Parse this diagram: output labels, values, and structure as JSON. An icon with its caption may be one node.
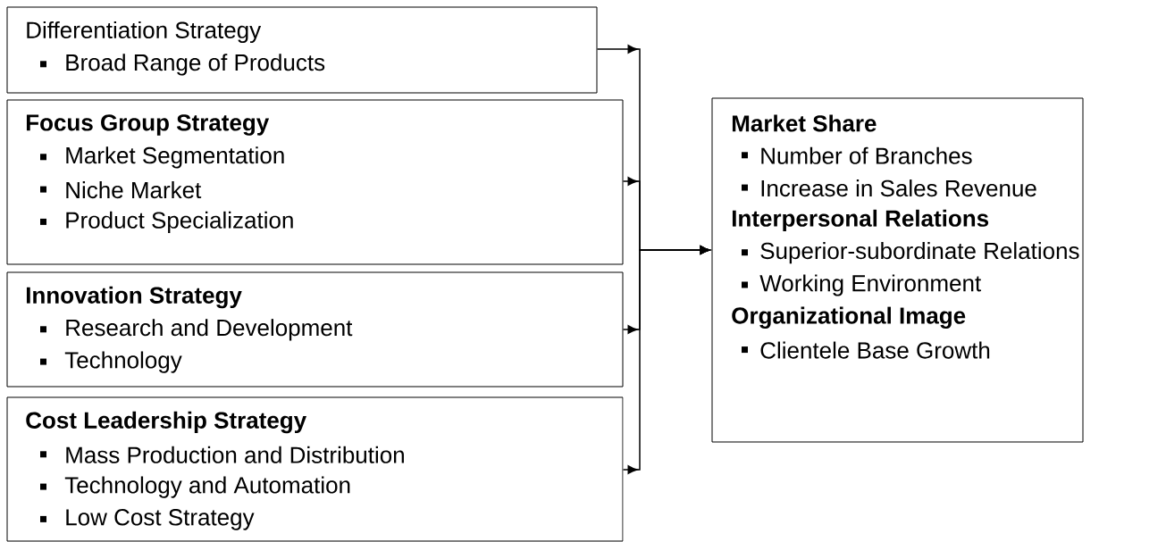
{
  "diagram": {
    "nodes": [
      {
        "text": [
          "Differentiation Strategy",
          "Broad Range of Products"
        ]
      },
      {
        "text": [
          "**Focus Group Strategy**",
          "Market Segmentation",
          "Niche Market",
          "Product Specialization"
        ]
      },
      {
        "text": [
          "**Innovation Strategy**",
          "Research and Development",
          "Technology"
        ]
      },
      {
        "text": [
          "**Cost Leadership Strategy**",
          "Mass Production and Distribution",
          "Technology and Automation",
          "Low Cost Strategy"
        ]
      },
      {
        "text": [
          "**Market Share**",
          "Number of Branches",
          "Increase in Sales Revenue",
          "**Interpersonal Relations**",
          "Superior-subordinate Relations",
          "Working Environment",
          "**Organizational Image**",
          "Clientele Base Growth"
        ]
      }
    ],
    "edges": [
      {
        "from": 0,
        "to": 4,
        "arrow": "to"
      },
      {
        "from": 1,
        "to": 4,
        "arrow": "to"
      },
      {
        "from": 2,
        "to": 4,
        "arrow": "to"
      },
      {
        "from": 3,
        "to": 4,
        "arrow": "to"
      }
    ]
  }
}
